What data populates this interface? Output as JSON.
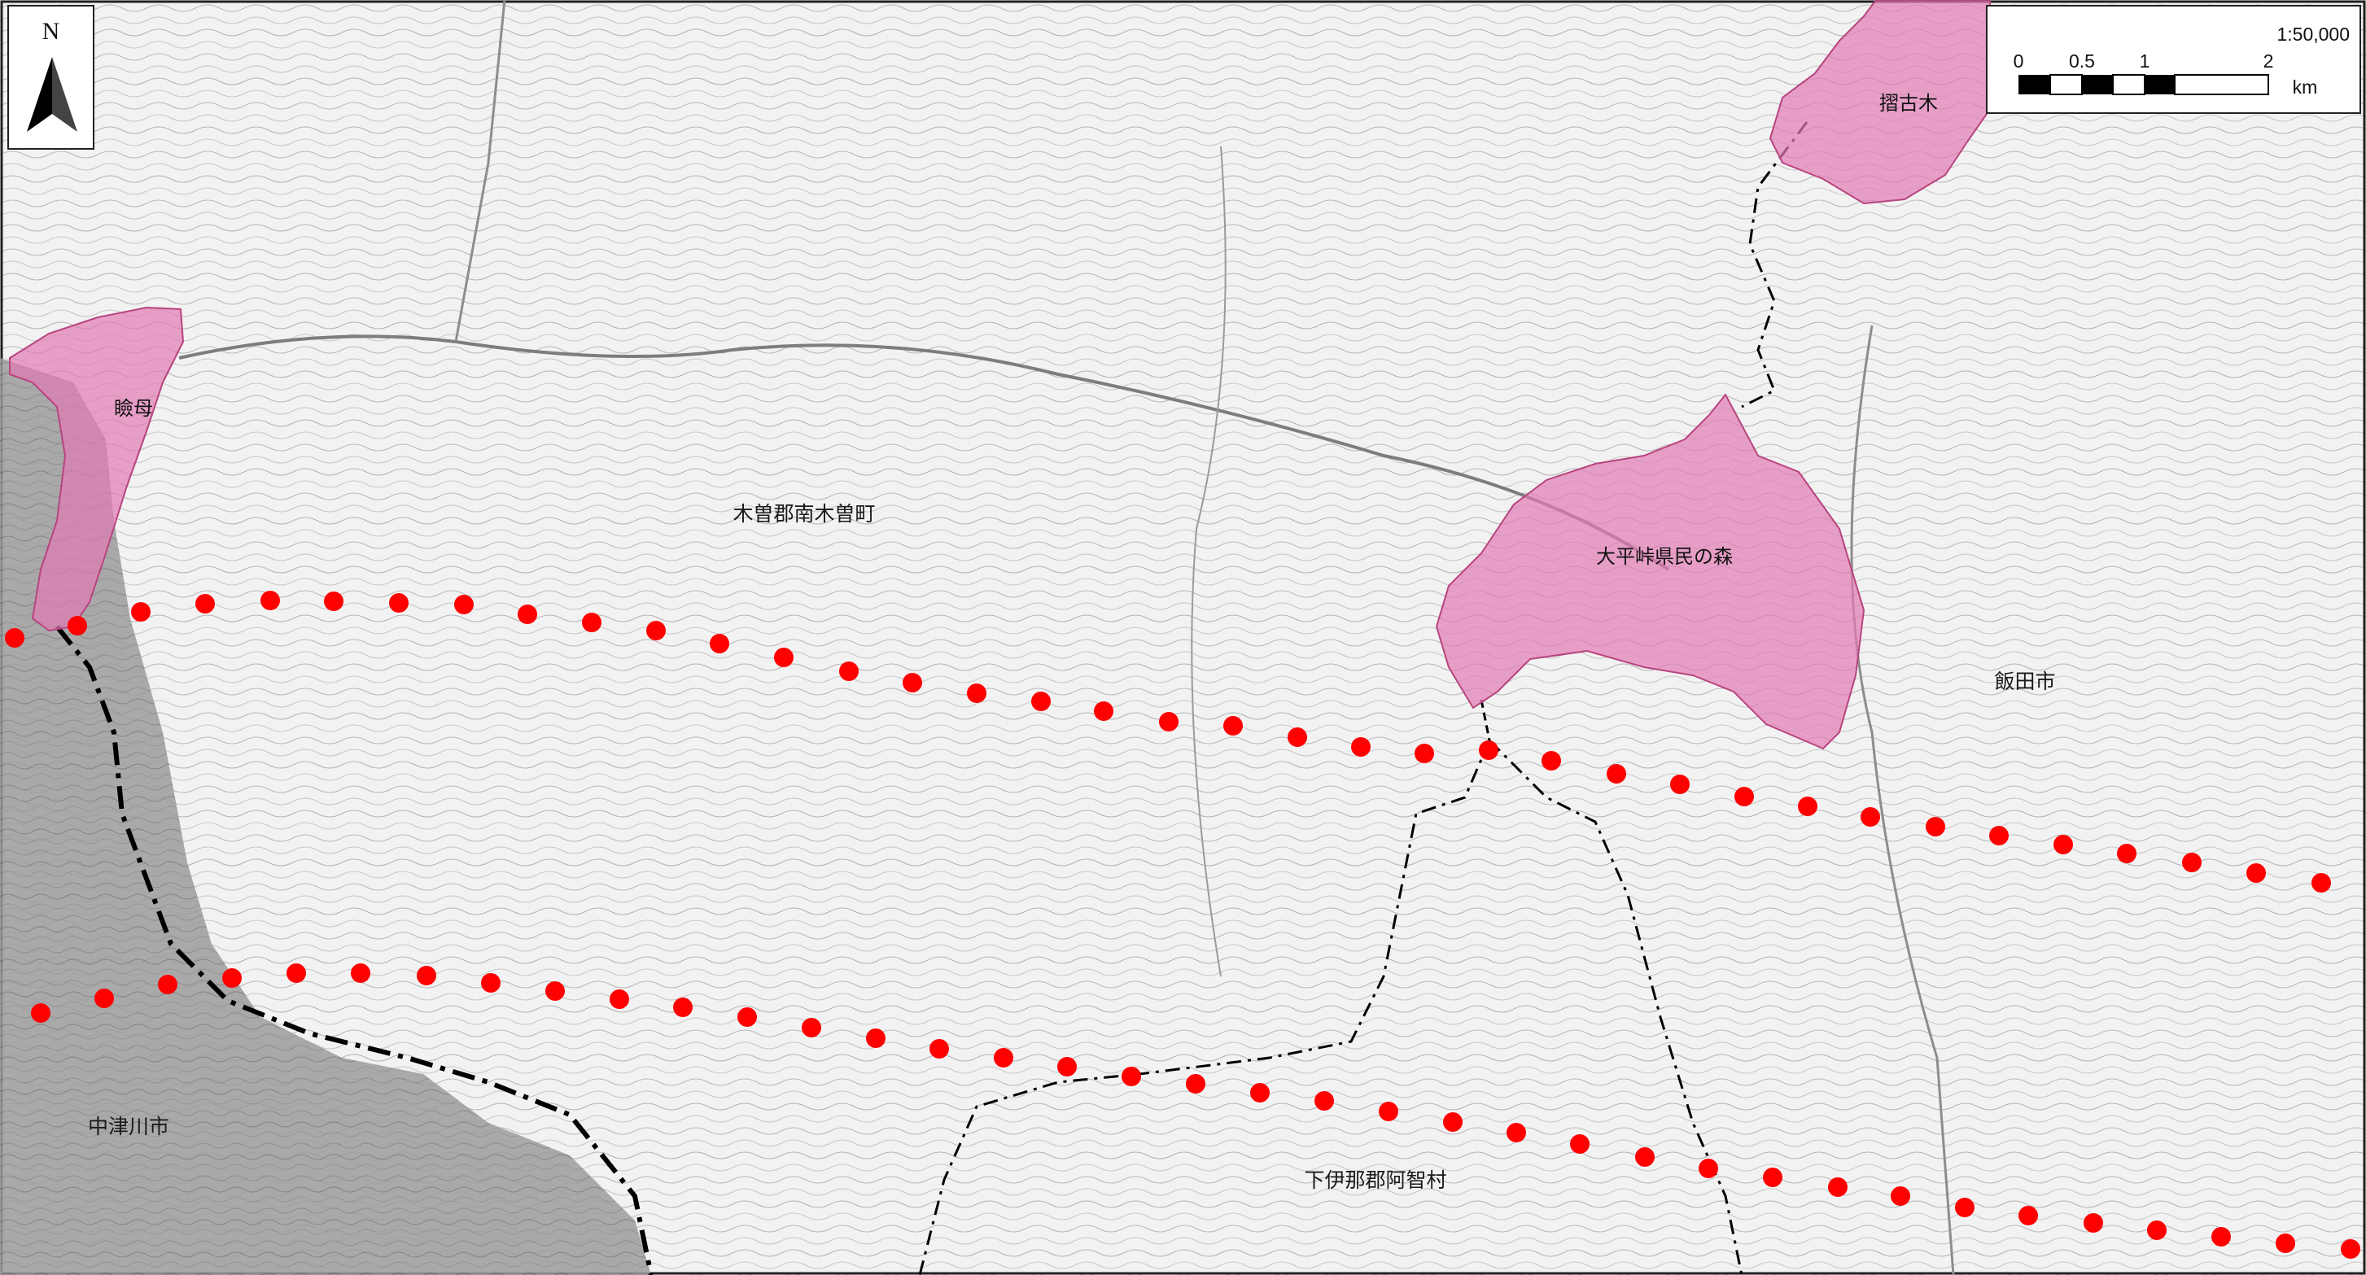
{
  "map": {
    "north": {
      "letter": "N",
      "icon": "north-arrow-icon"
    },
    "scale": {
      "ratio": "1:50,000",
      "ticks": [
        "0",
        "0.5",
        "1",
        "2"
      ],
      "unit": "km"
    },
    "areas": [
      {
        "label": "瞼母",
        "color": "#e27bb3"
      },
      {
        "label": "摺古木",
        "color": "#e27bb3"
      },
      {
        "label": "大平峠県民の森",
        "color": "#e27bb3"
      }
    ],
    "admin_labels": {
      "kiso_nagiso": "木曽郡南木曽町",
      "iida": "飯田市",
      "nakatsugawa": "中津川市",
      "achi": "下伊那郡阿智村"
    },
    "routes": {
      "color": "#ff0000"
    },
    "colors": {
      "area_fill": "#e27bb3",
      "route_dot": "#ff0000",
      "topo_bg": "#f4f4f4",
      "gifu_shade": "#9a9a9a"
    }
  }
}
